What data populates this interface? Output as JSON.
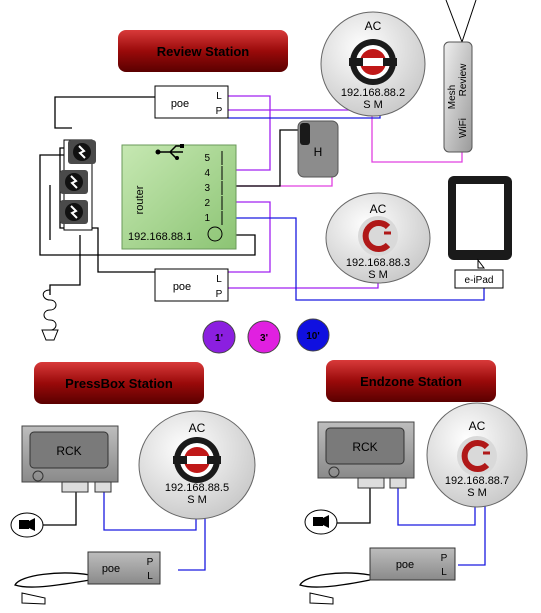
{
  "stations": {
    "review": "Review Station",
    "pressbox": "PressBox Station",
    "endzone": "Endzone Station"
  },
  "router": {
    "label": "router",
    "ip": "192.168.88.1",
    "ports": [
      "5",
      "4",
      "3",
      "2",
      "1"
    ]
  },
  "poe": {
    "label": "poe",
    "port_l": "L",
    "port_p": "P"
  },
  "hub_label": "H",
  "mesh": {
    "line1": "Mesh",
    "line2": "Review",
    "line3": "WiFi"
  },
  "ipad_label": "e-iPad",
  "ac_units": [
    {
      "title": "AC",
      "ip": "192.168.88.2",
      "ports": "S M"
    },
    {
      "title": "AC",
      "ip": "192.168.88.3",
      "ports": "S M"
    },
    {
      "title": "AC",
      "ip": "192.168.88.5",
      "ports": "S M"
    },
    {
      "title": "AC",
      "ip": "192.168.88.7",
      "ports": "S M"
    }
  ],
  "rck_label": "RCK",
  "cable_legend": [
    {
      "label": "1'",
      "color": "#8b1fe0"
    },
    {
      "label": "3'",
      "color": "#e020e0"
    },
    {
      "label": "10'",
      "color": "#1010e0"
    }
  ],
  "colors": {
    "purple_cable": "#a020f0",
    "magenta_cable": "#e040e0",
    "blue_cable": "#1a1ae0",
    "station_red": "#b01010",
    "router_green": "#a8d890"
  },
  "icons": {
    "usb": "usb-icon",
    "power_plug": "power-plug-icon",
    "camera": "camera-icon",
    "antenna": "antenna-icon",
    "power_cord": "power-cord-icon",
    "logo": "ac-logo-icon"
  }
}
